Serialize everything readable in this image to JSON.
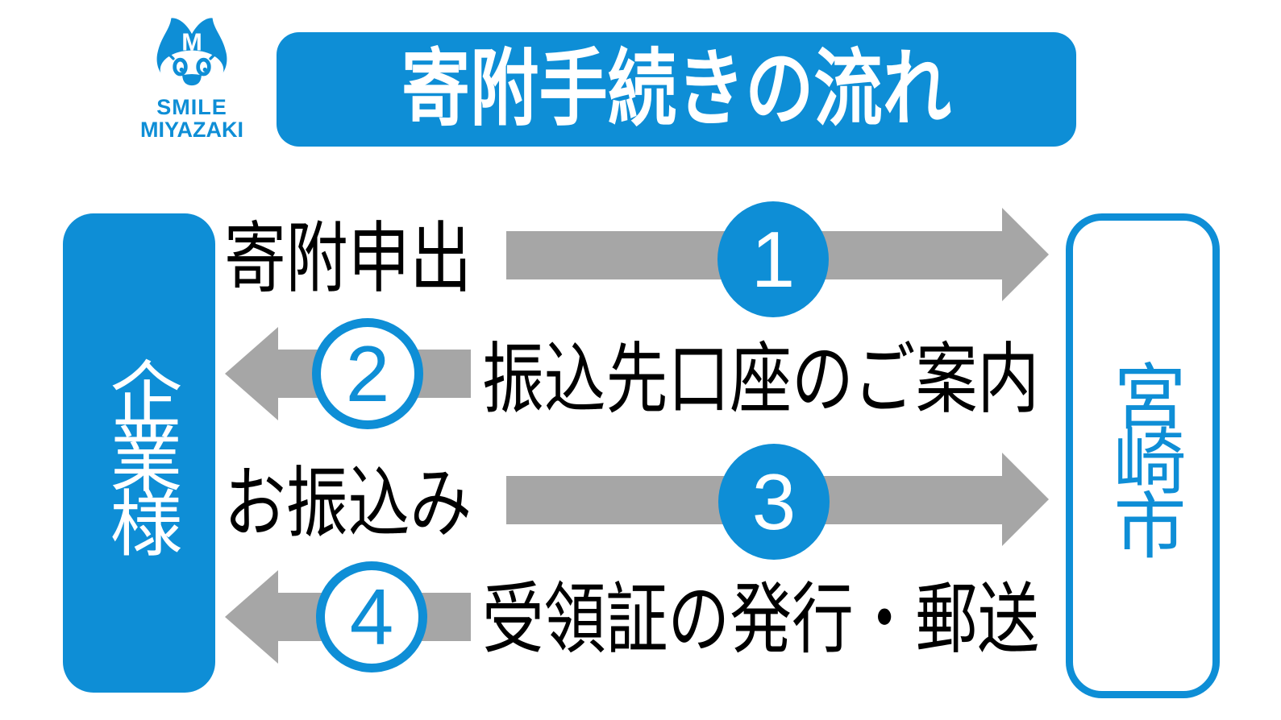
{
  "colors": {
    "accent_blue": "#0e8ed6",
    "arrow_gray": "#a6a6a6",
    "text_black": "#000000",
    "background": "#ffffff"
  },
  "logo": {
    "mascot_icon": "smile-miyazaki-mascot",
    "line1": "SMILE",
    "line2": "MIYAZAKI"
  },
  "header": {
    "title": "寄附手続きの流れ"
  },
  "actors": {
    "left": {
      "label": "企業様"
    },
    "right": {
      "label": "宮崎市"
    }
  },
  "steps": [
    {
      "number": "1",
      "label": "寄附申出",
      "direction": "right",
      "badge_style": "filled"
    },
    {
      "number": "2",
      "label": "振込先口座のご案内",
      "direction": "left",
      "badge_style": "outline"
    },
    {
      "number": "3",
      "label": "お振込み",
      "direction": "right",
      "badge_style": "filled"
    },
    {
      "number": "4",
      "label": "受領証の発行・郵送",
      "direction": "left",
      "badge_style": "outline"
    }
  ]
}
